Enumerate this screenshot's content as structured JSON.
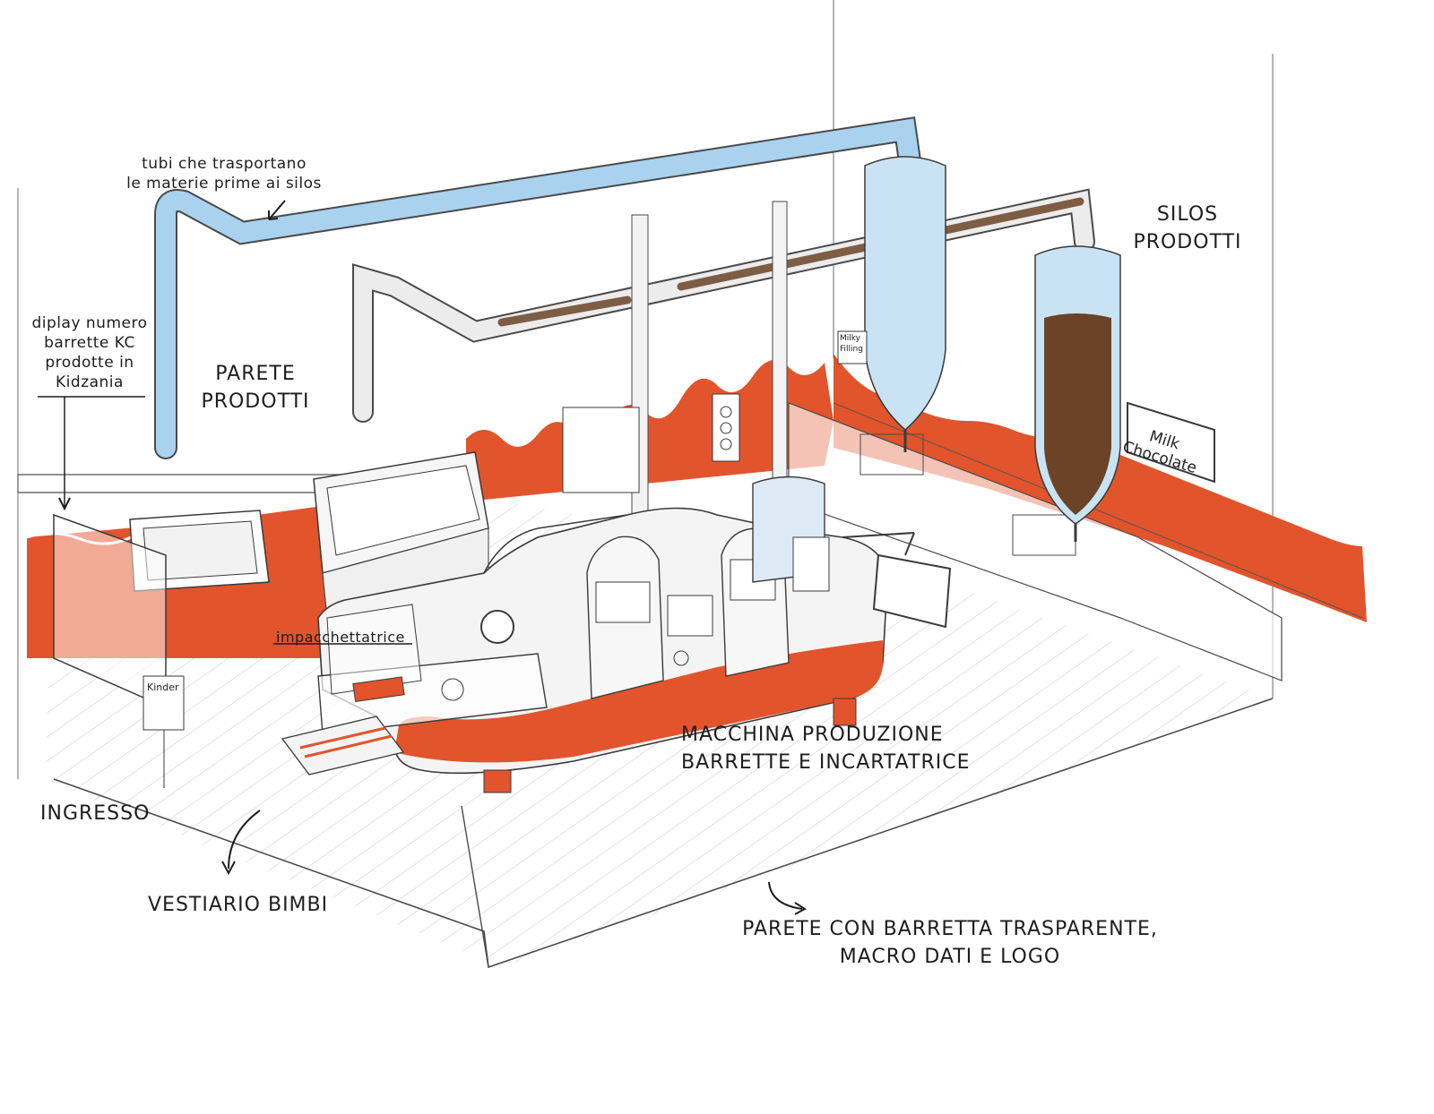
{
  "labels": {
    "pipes_line1": "tubi che trasportano",
    "pipes_line2": "le materie prime ai silos",
    "display_line1": "diplay numero",
    "display_line2": "barrette KC",
    "display_line3": "prodotte in",
    "display_line4": "Kidzania",
    "wall_line1": "PARETE",
    "wall_line2": "PRODOTTI",
    "silos_line1": "SILOS",
    "silos_line2": "PRODOTTI",
    "wrapper": "impacchettatrice",
    "machine_line1": "MACCHINA PRODUZIONE",
    "machine_line2": "BARRETTE E INCARTATRICE",
    "entrance": "INGRESSO",
    "clothes": "VESTIARIO BIMBI",
    "back_wall_line1": "PARETE CON BARRETTA TRASPARENTE,",
    "back_wall_line2": "MACRO DATI E LOGO"
  },
  "signs": {
    "milk_line1": "Milk",
    "milk_line2": "Chocolate",
    "filling_line1": "Milky",
    "filling_line2": "Filling",
    "kinder": "Kinder"
  },
  "colors": {
    "wall_red": "#e2542c",
    "pipe_blue": "#a9d2ee",
    "chocolate": "#6b4428",
    "line": "#3a3a3a"
  }
}
